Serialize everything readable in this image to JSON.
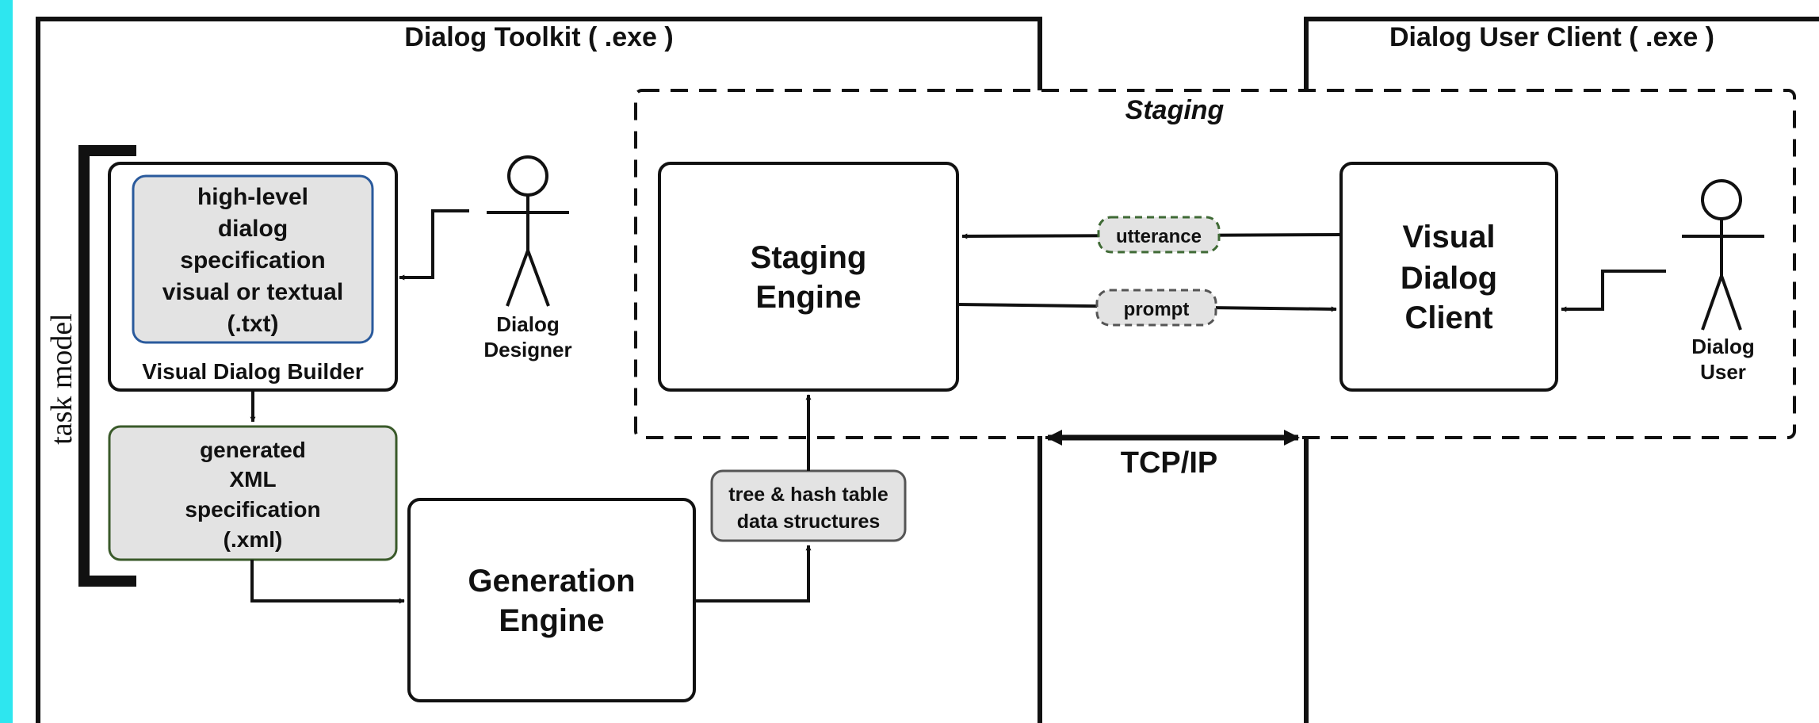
{
  "colors": {
    "accent_bar": "#2ee6ef",
    "stroke": "#111111",
    "gray_fill": "#e3e3e3",
    "spec_border": "#2a5a9c",
    "xml_border": "#3a5a2a",
    "utterance_border": "#3f6a35",
    "prompt_border": "#555555",
    "tree_border": "#555555"
  },
  "toolkit": {
    "title": "Dialog Toolkit ( .exe )"
  },
  "user_client": {
    "title": "Dialog User Client ( .exe )"
  },
  "staging_area": {
    "title": "Staging"
  },
  "task_model": {
    "label": "task model"
  },
  "builder": {
    "label": "Visual Dialog Builder",
    "spec_lines": [
      "high-level",
      "dialog",
      "specification",
      "visual or textual",
      "(.txt)"
    ]
  },
  "xml_spec": {
    "lines": [
      "generated",
      "XML",
      "specification",
      "(.xml)"
    ]
  },
  "generation_engine": {
    "lines": [
      "Generation",
      "Engine"
    ]
  },
  "data_structures": {
    "lines": [
      "tree & hash table",
      "data structures"
    ]
  },
  "staging_engine": {
    "lines": [
      "Staging",
      "Engine"
    ]
  },
  "visual_client": {
    "lines": [
      "Visual",
      "Dialog",
      "Client"
    ]
  },
  "utterance": {
    "label": "utterance"
  },
  "prompt": {
    "label": "prompt"
  },
  "designer": {
    "lines": [
      "Dialog",
      "Designer"
    ]
  },
  "user": {
    "lines": [
      "Dialog",
      "User"
    ]
  },
  "tcp": {
    "label": "TCP/IP"
  }
}
